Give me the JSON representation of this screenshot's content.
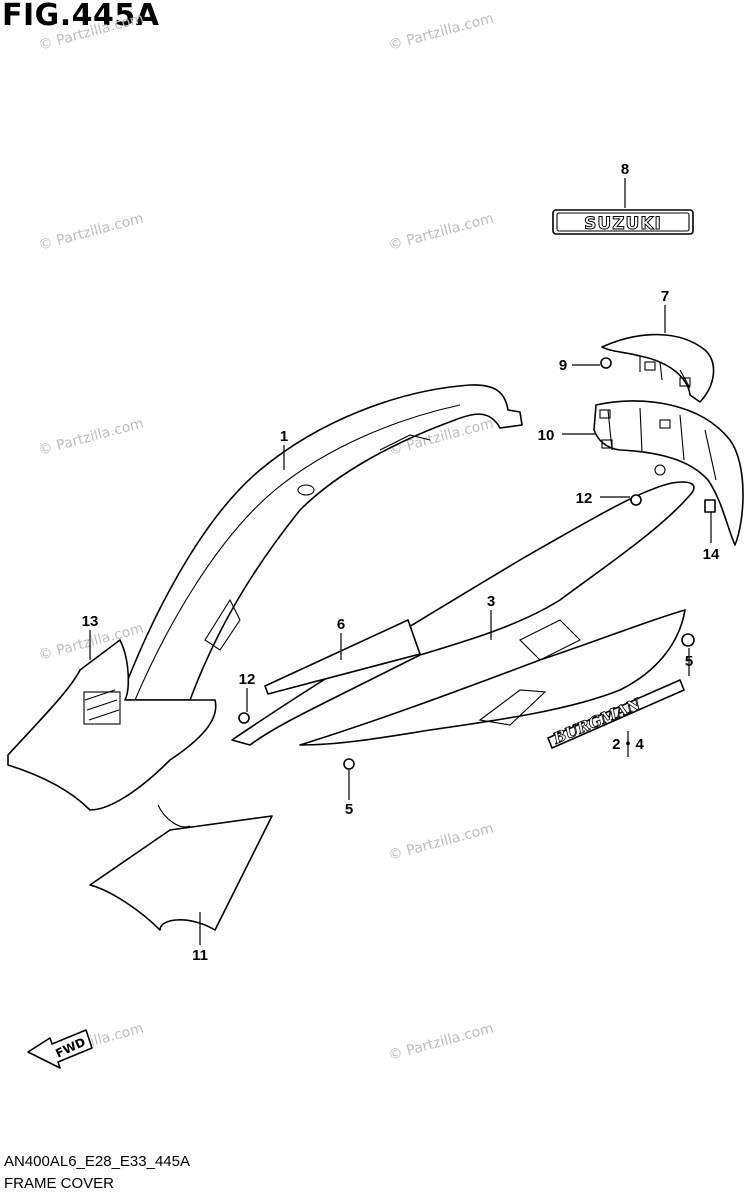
{
  "figure": {
    "title": "FIG.445A",
    "code": "AN400AL6_E28_E33_445A",
    "name": "FRAME COVER"
  },
  "watermark": {
    "text": "© Partzilla.com",
    "color": "#bdbdbd"
  },
  "emblems": {
    "suzuki": "SUZUKI",
    "burgman": "BURGMAN",
    "fwd": "FWD"
  },
  "callouts": [
    "1",
    "2・4",
    "3",
    "5",
    "5",
    "6",
    "7",
    "8",
    "9",
    "10",
    "11",
    "12",
    "12",
    "13",
    "14"
  ]
}
